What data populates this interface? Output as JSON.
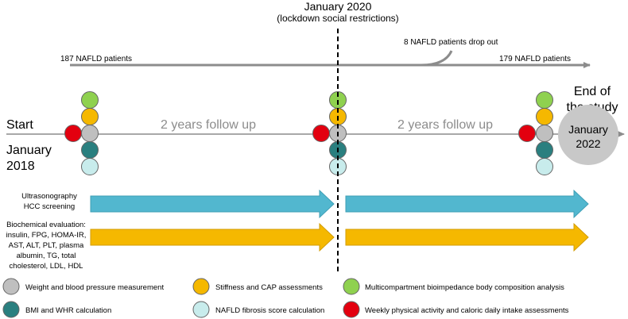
{
  "header": {
    "lockdown_title": "January 2020",
    "lockdown_subtitle": "(lockdown social restrictions)"
  },
  "cohort": {
    "start_label": "187 NAFLD patients",
    "dropout_label": "8 NAFLD patients drop out",
    "end_label": "179 NAFLD patients"
  },
  "timeline": {
    "start_word": "Start",
    "start_month": "January",
    "start_year": "2018",
    "followup_1": "2 years follow up",
    "followup_2": "2 years follow up",
    "end_line1": "End of",
    "end_line2": "the study",
    "end_month": "January",
    "end_year": "2022"
  },
  "tracks": {
    "ultrasound": [
      "Ultrasonography",
      "HCC screening"
    ],
    "biochem": [
      "Biochemical evaluation:",
      "insulin, FPG, HOMA-IR,",
      "AST, ALT, PLT, plasma",
      "albumin, TG, total",
      "cholesterol, LDL, HDL"
    ]
  },
  "legend": [
    {
      "label": "Weight and blood pressure measurement",
      "color": "#bfbfbf"
    },
    {
      "label": "Stiffness and CAP assessments",
      "color": "#f5b800"
    },
    {
      "label": "Multicompartment bioimpedance body composition analysis",
      "color": "#8fd14f"
    },
    {
      "label": "BMI and WHR calculation",
      "color": "#2a7f7f"
    },
    {
      "label": "NAFLD fibrosis score calculation",
      "color": "#c8ecec"
    },
    {
      "label": "Weekly physical activity and caloric daily intake assessments",
      "color": "#e3000f"
    }
  ],
  "colors": {
    "track_blue": "#52b7cf",
    "track_yellow": "#f5b800",
    "line_gray": "#8c8c8c",
    "end_circle": "#c8c8c8"
  }
}
